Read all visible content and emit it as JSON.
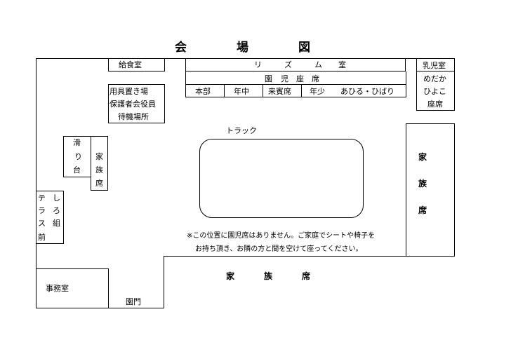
{
  "title_chars": [
    "会",
    "場",
    "図"
  ],
  "rooms": {
    "kitchen": "給食室",
    "rhythm_room": [
      "リ",
      "ズ",
      "ム",
      "室"
    ],
    "infant_room": "乳児室",
    "student_seats_label": [
      "園",
      "児",
      "座",
      "席"
    ],
    "classes": [
      "本部",
      "年中",
      "来賓席",
      "年少",
      "あひる・ひばり"
    ],
    "medaka": "めだか",
    "hiyoko": "ひよこ",
    "infant_seat": "座席",
    "equipment": "用具置き場",
    "parents_officers": "保護者会役員",
    "waiting_area": "待機場所",
    "slide": [
      "滑",
      "り",
      "台"
    ],
    "family_vertical_left": [
      "家",
      "族",
      "席"
    ],
    "track": "トラック",
    "family_right": [
      "家",
      "族",
      "席"
    ],
    "terrace_left": [
      "テ",
      "ラ",
      "ス",
      "前"
    ],
    "terrace_right": [
      "し",
      "ろ",
      "組"
    ],
    "notice_line1": "※この位置に園児席はありません。ご家庭でシートや椅子を",
    "notice_line2": "お持ち頂き、お隣の方と間を空けて座ってください。",
    "family_bottom": [
      "家",
      "族",
      "席"
    ],
    "office": "事務室",
    "gate": "園門"
  }
}
